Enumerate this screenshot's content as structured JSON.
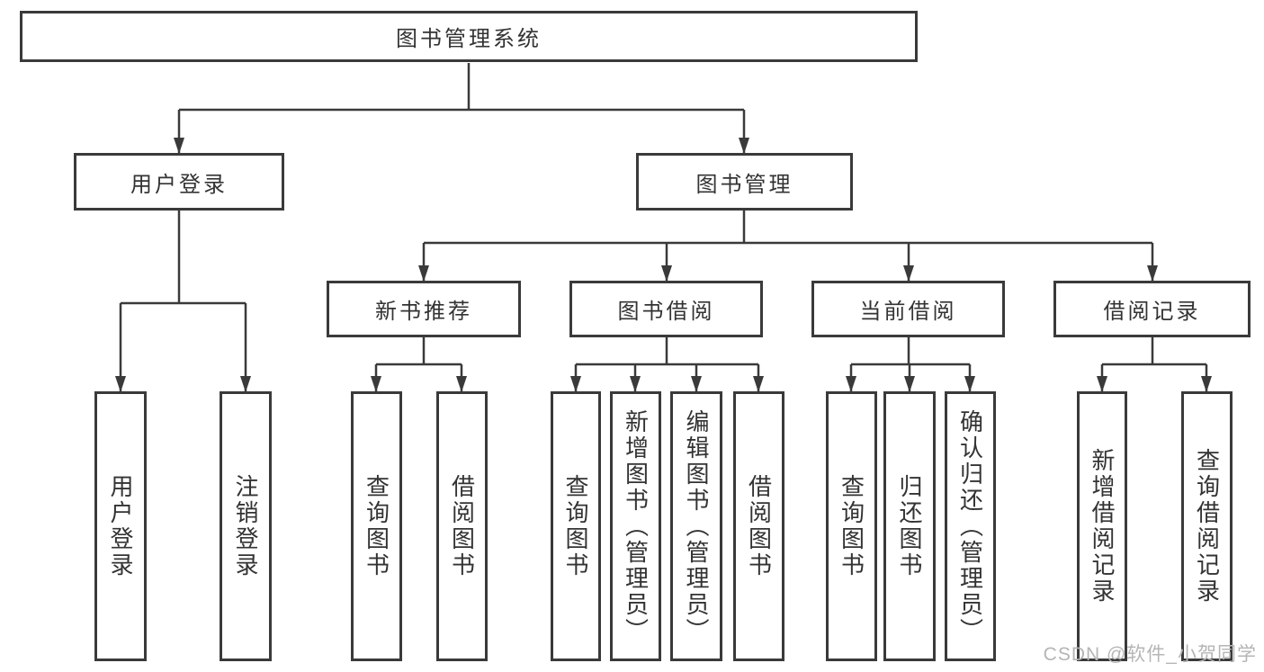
{
  "diagram_title": "图书管理系统",
  "tree": {
    "label": "图书管理系统",
    "children": [
      {
        "label": "用户登录",
        "children": [
          {
            "label": "用户登录"
          },
          {
            "label": "注销登录"
          }
        ]
      },
      {
        "label": "图书管理",
        "children": [
          {
            "label": "新书推荐",
            "children": [
              {
                "label": "查询图书"
              },
              {
                "label": "借阅图书"
              }
            ]
          },
          {
            "label": "图书借阅",
            "children": [
              {
                "label": "查询图书"
              },
              {
                "label": "新增图书（管理员）"
              },
              {
                "label": "编辑图书（管理员）"
              },
              {
                "label": "借阅图书"
              }
            ]
          },
          {
            "label": "当前借阅",
            "children": [
              {
                "label": "查询图书"
              },
              {
                "label": "归还图书"
              },
              {
                "label": "确认归还（管理员）"
              }
            ]
          },
          {
            "label": "借阅记录",
            "children": [
              {
                "label": "新增借阅记录"
              },
              {
                "label": "查询借阅记录"
              }
            ]
          }
        ]
      }
    ]
  },
  "watermark": {
    "text": "CSDN @软件_小贺同学"
  },
  "colors": {
    "line": "#3a3a3a",
    "text": "#333333",
    "background": "#ffffff",
    "watermark": "#b5b5b5"
  }
}
